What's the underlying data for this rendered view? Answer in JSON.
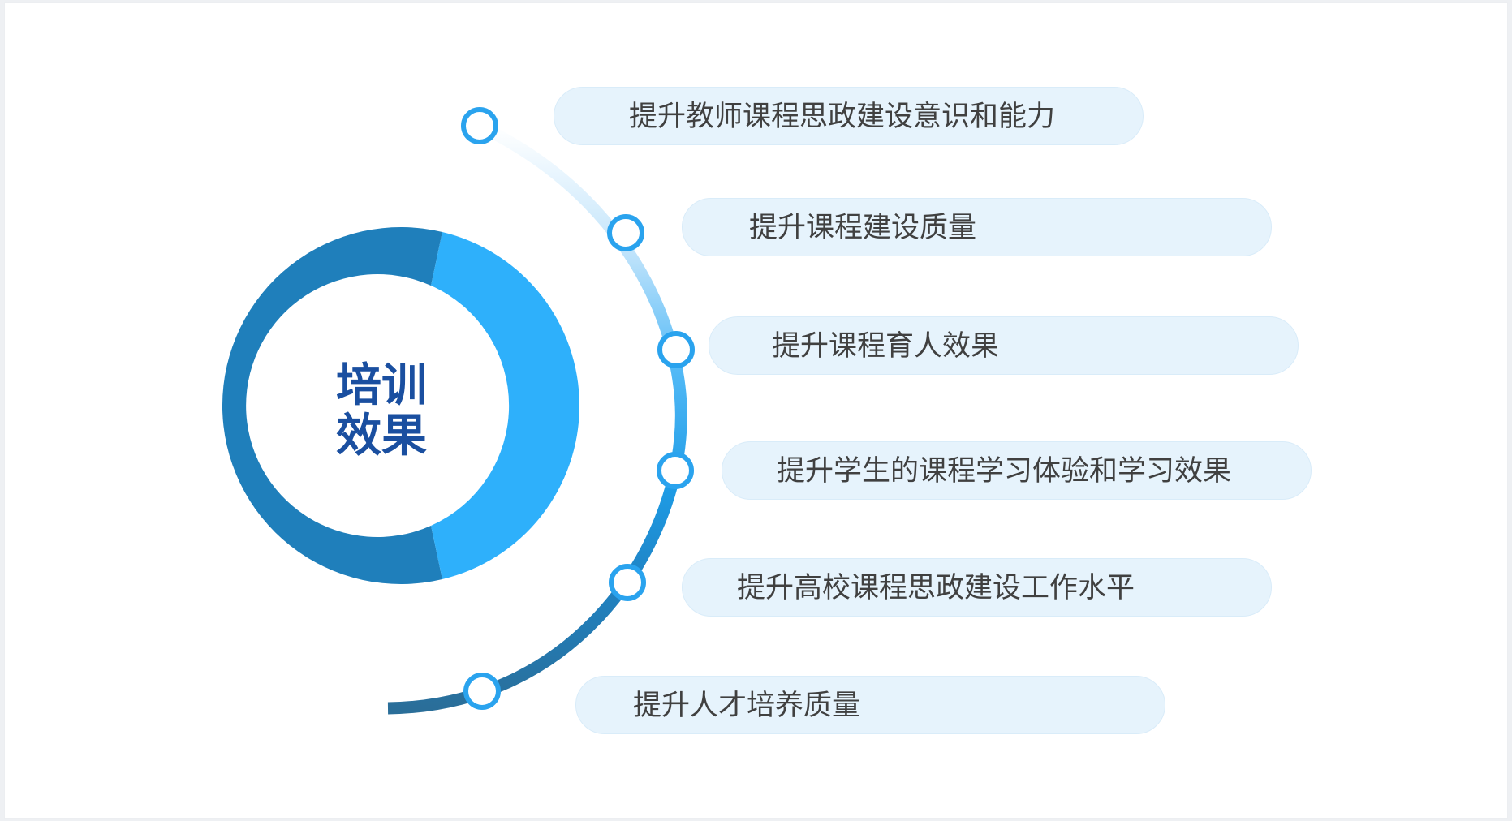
{
  "center": {
    "title_line1": "培训",
    "title_line2": "效果"
  },
  "items": [
    {
      "label": "提升教师课程思政建设意识和能力"
    },
    {
      "label": "提升课程建设质量"
    },
    {
      "label": "提升课程育人效果"
    },
    {
      "label": "提升学生的课程学习体验和学习效果"
    },
    {
      "label": "提升高校课程思政建设工作水平"
    },
    {
      "label": "提升人才培养质量"
    }
  ],
  "colors": {
    "ring_dark": "#1f7fbb",
    "ring_light": "#2eb0fb",
    "title": "#1a4fa0",
    "pill_bg": "#e6f3fc",
    "node_stroke": "#2aa3ee",
    "arc_bottom": "#2a6e99"
  }
}
